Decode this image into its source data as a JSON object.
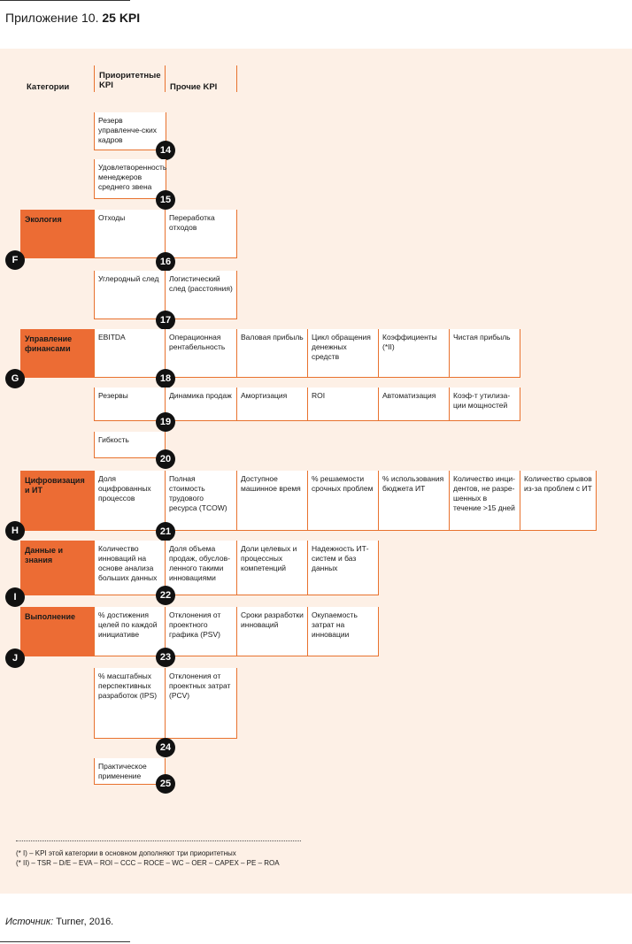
{
  "title": {
    "prefix": "Приложение 10.",
    "main": "25 KPI"
  },
  "headers": {
    "categories": "Категории",
    "priority": "Приоритетные KPI",
    "other": "Прочие KPI"
  },
  "categories": {
    "F": {
      "letter": "F",
      "name": "Экология"
    },
    "G": {
      "letter": "G",
      "name": "Управление финансами"
    },
    "H": {
      "letter": "H",
      "name": "Цифровизация и ИТ"
    },
    "I": {
      "letter": "I",
      "name": "Данные и знания"
    },
    "J": {
      "letter": "J",
      "name": "Выполнение"
    }
  },
  "rows": {
    "r14": {
      "num": "14",
      "c0": "Резерв управленче-ских кадров"
    },
    "r15": {
      "num": "15",
      "c0": "Удовлетворенность менеджеров среднего звена"
    },
    "r16": {
      "num": "16",
      "c0": "Отходы",
      "c1": "Переработка отходов"
    },
    "r17": {
      "num": "17",
      "c0": "Углеродный след",
      "c1": "Логистический след (расстояния)"
    },
    "r18": {
      "num": "18",
      "c0": "EBITDA",
      "c1": "Операционная рентабельность",
      "c2": "Валовая прибыль",
      "c3": "Цикл обращения денежных средств",
      "c4": "Коэффициенты (*II)",
      "c5": "Чистая прибыль"
    },
    "r19": {
      "num": "19",
      "c0": "Резервы",
      "c1": "Динамика продаж",
      "c2": "Амортизация",
      "c3": "ROI",
      "c4": "Автоматизация",
      "c5": "Коэф-т утилиза-ции мощностей"
    },
    "r20": {
      "num": "20",
      "c0": "Гибкость"
    },
    "r21": {
      "num": "21",
      "c0": "Доля оцифрованных процессов",
      "c1": "Полная стоимость трудового ресурса (TCOW)",
      "c2": "Доступное машинное время",
      "c3": "% решаемости срочных проблем",
      "c4": "% использования бюджета ИТ",
      "c5": "Количество инци-дентов, не разре-шенных в течение >15 дней",
      "c6": "Количество срывов из-за проблем с ИТ"
    },
    "r22": {
      "num": "22",
      "c0": "Количество инноваций на основе анализа больших данных",
      "c1": "Доля объема продаж, обуслов-ленного такими инновациями",
      "c2": "Доли целевых и процессных компетенций",
      "c3": "Надежность ИТ-систем и баз данных"
    },
    "r23": {
      "num": "23",
      "c0": "% достижения целей по каждой инициативе",
      "c1": "Отклонения от проектного графика (PSV)",
      "c2": "Сроки разработки инноваций",
      "c3": "Окупаемость затрат на инновации"
    },
    "r24": {
      "num": "24",
      "c0": "% масштабных перспективных разработок (IPS)",
      "c1": "Отклонения от проектных затрат (PCV)"
    },
    "r25": {
      "num": "25",
      "c0": "Практическое применение"
    }
  },
  "footnotes": {
    "n1": "(* I) – KPI этой категории в основном дополняют три приоритетных",
    "n2": "(* II) – TSR – D/E – EVA – ROI – CCC – ROCE – WC – OER – CAPEX – PE – ROA"
  },
  "source": {
    "label": "Источник:",
    "text": "Turner, 2016."
  }
}
